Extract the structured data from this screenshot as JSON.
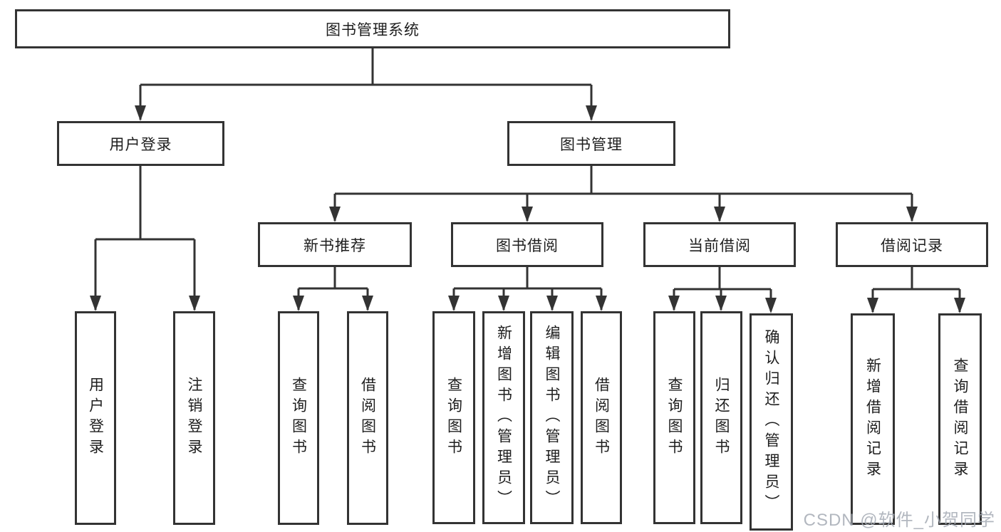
{
  "diagram": {
    "root": "图书管理系统",
    "level2": {
      "user_login": "用户登录",
      "book_mgmt": "图书管理"
    },
    "level3": {
      "new_book_rec": "新书推荐",
      "book_borrow": "图书借阅",
      "current_borrow": "当前借阅",
      "borrow_record": "借阅记录"
    },
    "leaves": {
      "user_login": "用户登录",
      "logout": "注销登录",
      "rec_query_book": "查询图书",
      "rec_borrow_book": "借阅图书",
      "bor_query_book": "查询图书",
      "bor_add_book": "新增图书（管理员）",
      "bor_edit_book": "编辑图书（管理员）",
      "bor_borrow_book": "借阅图书",
      "cur_query_book": "查询图书",
      "cur_return_book": "归还图书",
      "cur_confirm_return": "确认归还（管理员）",
      "log_add_record": "新增借阅记录",
      "log_query_record": "查询借阅记录"
    }
  },
  "watermark": "CSDN @软件_小贺同学",
  "colors": {
    "line": "#333333",
    "text": "#1e1e1e",
    "watermark": "#a5aab4"
  }
}
